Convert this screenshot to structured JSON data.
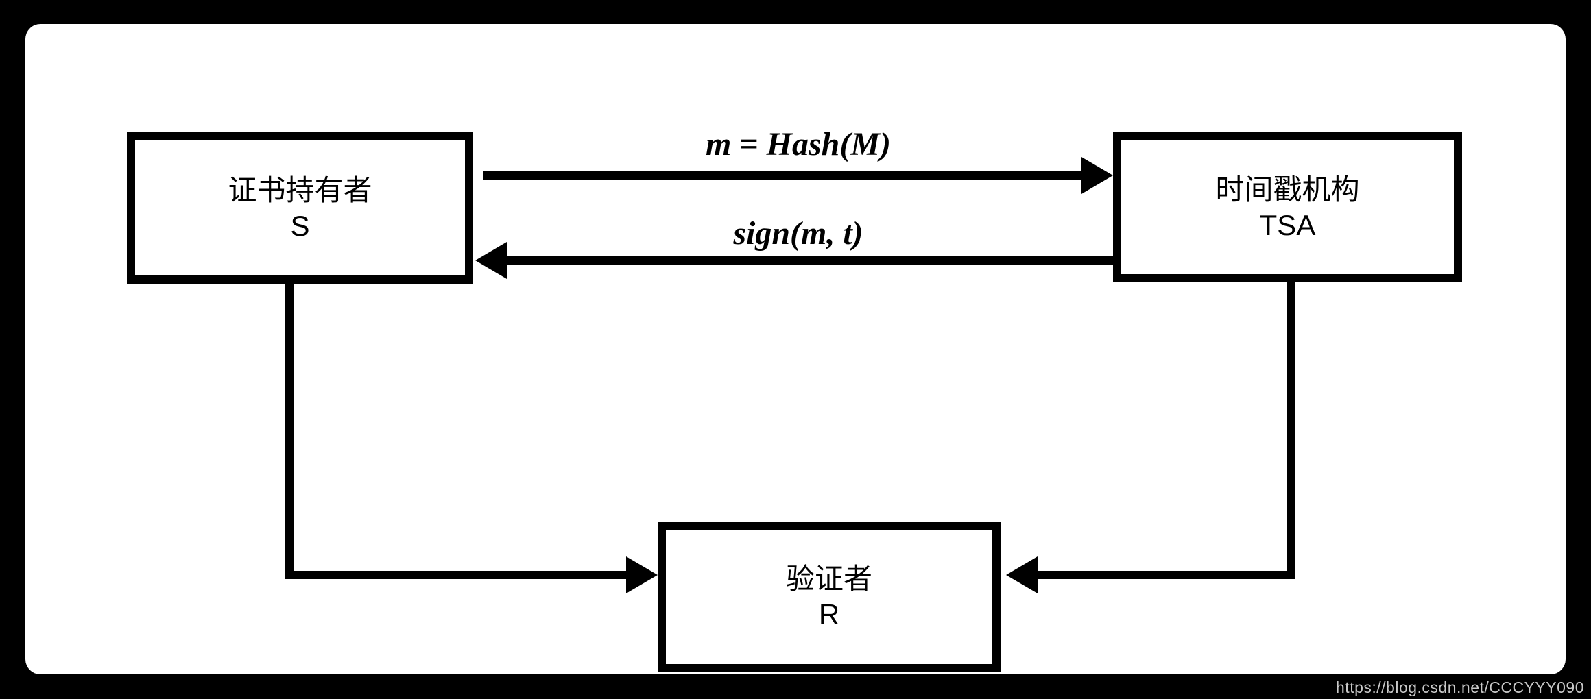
{
  "diagram": {
    "nodes": {
      "certificate_holder": {
        "line1": "证书持有者",
        "line2": "S"
      },
      "tsa": {
        "line1": "时间戳机构",
        "line2": "TSA"
      },
      "verifier": {
        "line1": "验证者",
        "line2": "R"
      }
    },
    "edges": {
      "s_to_tsa": {
        "label": "m = Hash(M)",
        "direction": "right"
      },
      "tsa_to_s": {
        "label": "sign(m, t)",
        "direction": "left"
      },
      "s_to_r": {
        "label": "",
        "direction": "down-right"
      },
      "tsa_to_r": {
        "label": "",
        "direction": "down-left"
      }
    },
    "colors": {
      "line": "#000000",
      "node_fill": "#ffffff",
      "canvas": "#ffffff",
      "frame": "#000000",
      "watermark_text": "#c9c9c9"
    }
  },
  "watermark": {
    "url_text": "https://blog.csdn.net/CCCYYY090"
  }
}
